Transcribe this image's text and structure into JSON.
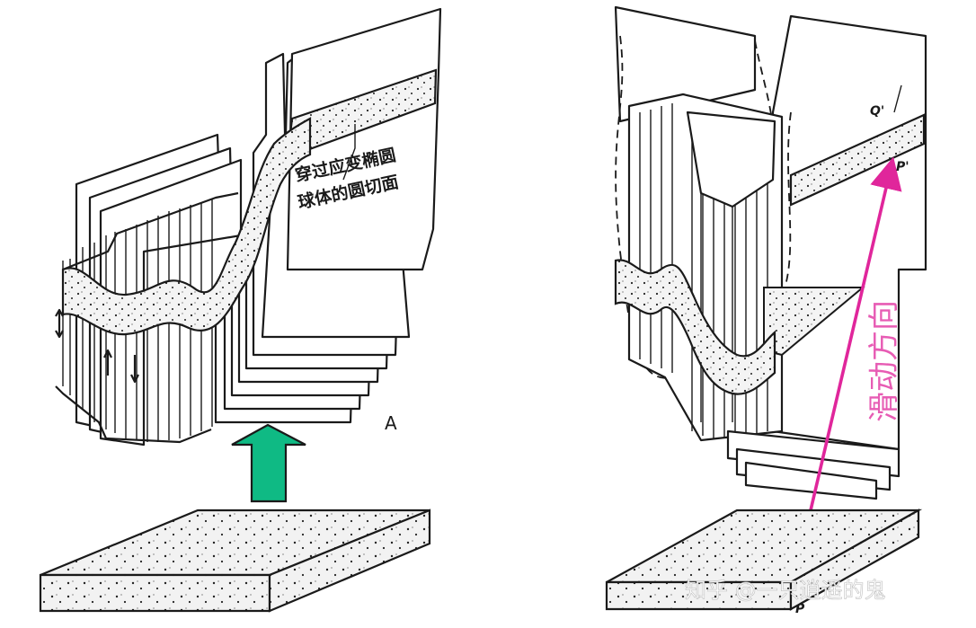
{
  "diagram": {
    "left_panel": {
      "callout_label": "穿过应变椭圆球体的圆切面",
      "callout_lines": [
        "穿过应变椭圆",
        "球体的圆切面"
      ],
      "panel_letter": "A",
      "arrow_color": "#0fba84"
    },
    "right_panel": {
      "label_q": "Q'",
      "label_p_top": "P'",
      "label_p_bottom": "P",
      "slip_label": "滑动方向",
      "slip_color": "#e0269b"
    },
    "watermark": "知乎 @一只逍遥的鬼"
  }
}
